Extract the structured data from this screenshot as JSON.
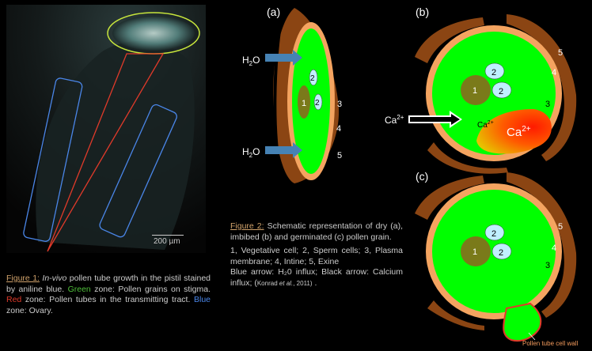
{
  "figure1": {
    "scale_label": "200 µm",
    "caption": {
      "ref": "Figure 1:",
      "invivo": "In-vivo",
      "text1": " pollen tube growth in the pistil stained by aniline blue. ",
      "green_word": "Green",
      "text2": " zone:  Pollen grains on stigma. ",
      "red_word": "Red",
      "text3": " zone: Pollen tubes in the transmitting tract. ",
      "blue_word": "Blue",
      "text4": " zone: Ovary."
    }
  },
  "figure2": {
    "panel_a": "(a)",
    "panel_b": "(b)",
    "panel_c": "(c)",
    "water_label": "H",
    "water_sub": "2",
    "water_o": "O",
    "calcium_label": "Ca",
    "calcium_sup": "2+",
    "labels": {
      "n1": "1",
      "n2": "2",
      "n3": "3",
      "n4": "4",
      "n5": "5"
    },
    "pollen_tube_wall": "Pollen tube cell wall",
    "caption": {
      "ref": "Figure 2:",
      "text": " Schematic representation of dry (a), imbibed (b) and germinated (c) pollen grain.",
      "legend": "1, Vegetative cell; 2, Sperm cells; 3, Plasma membrane; 4, Intine; 5, Exine",
      "blue_arrow": "Blue arrow: H₂0 influx; Black arrow: Calcium influx; (",
      "citation_a": "Konrad ",
      "citation_b": "et al.",
      "citation_c": ", 2011)",
      "tail": " ."
    }
  },
  "colors": {
    "exine": "#8b4513",
    "intine": "#f4a460",
    "cytoplasm": "#00ff00",
    "vegetative": "#7a7a1a",
    "sperm": "#bfefff",
    "water_arrow": "#4682b4",
    "stigma_outline": "#c8e63c",
    "tract_outline": "#e03a2a",
    "ovary_outline": "#4a86e8"
  }
}
